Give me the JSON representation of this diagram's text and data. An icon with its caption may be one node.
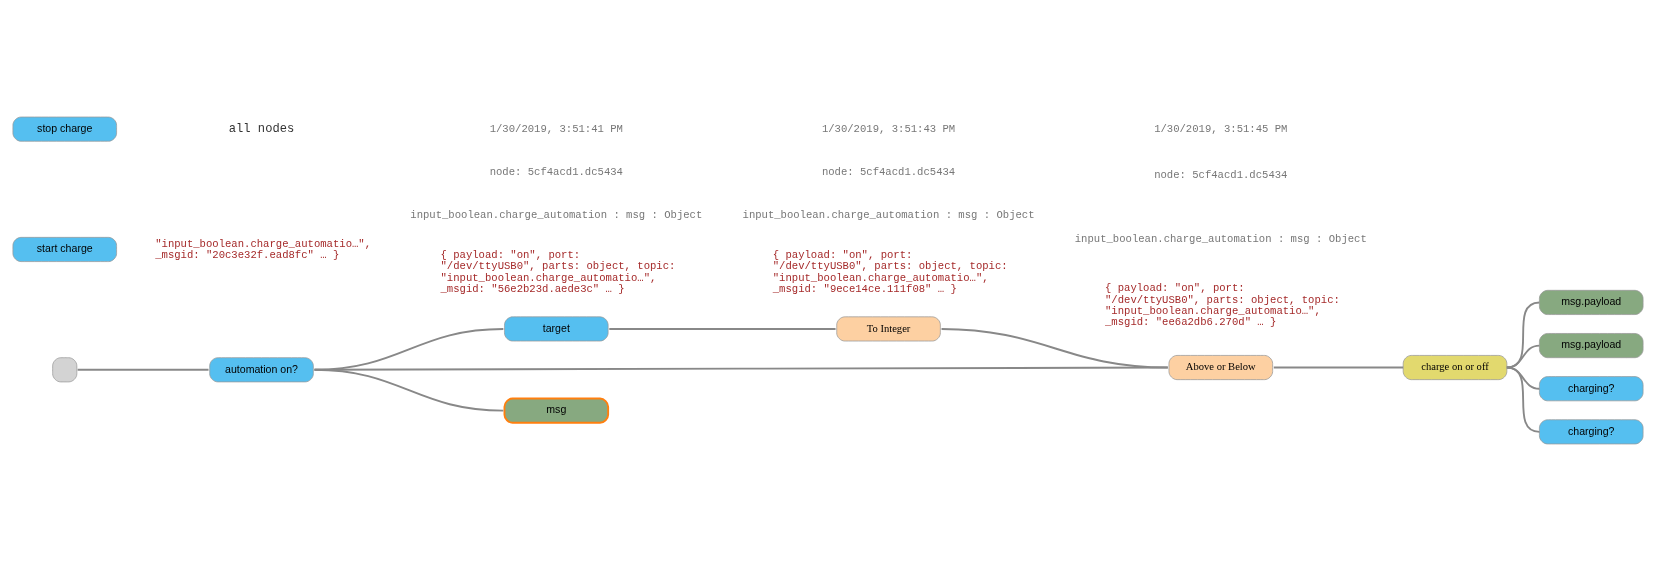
{
  "diagram": {
    "nodes": [
      {
        "text": [],
        "shape": "box"
      },
      {
        "text": [
          "automation on?"
        ]
      },
      {
        "text": [
          "target"
        ]
      },
      {
        "text": [
          "To Integer"
        ]
      },
      {
        "text": [
          "Above or Below"
        ]
      },
      {
        "text": [
          "charge on or off"
        ]
      },
      {
        "text": [
          "msg.payload"
        ]
      },
      {
        "text": [
          "msg.payload"
        ]
      },
      {
        "text": [
          "msg"
        ]
      },
      {
        "text": [
          "charging?"
        ]
      },
      {
        "text": [
          "start charge"
        ]
      },
      {
        "text": [
          "charging?"
        ]
      },
      {
        "text": [
          "stop charge"
        ]
      }
    ],
    "edges": [
      {
        "from": 0,
        "to": 1,
        "arrow": "none"
      },
      {
        "from": 1,
        "to": 2,
        "arrow": "none"
      },
      {
        "from": 1,
        "to": 4,
        "arrow": "none"
      },
      {
        "from": 1,
        "to": 8,
        "arrow": "none"
      },
      {
        "from": 2,
        "to": 3,
        "arrow": "none"
      },
      {
        "from": 3,
        "to": 4,
        "arrow": "none"
      },
      {
        "from": 4,
        "to": 5,
        "arrow": "none"
      },
      {
        "from": 5,
        "to": 6,
        "arrow": "none"
      },
      {
        "from": 5,
        "to": 9,
        "arrow": "none"
      },
      {
        "from": 5,
        "to": 7,
        "arrow": "none"
      },
      {
        "from": 5,
        "to": 11,
        "arrow": "none"
      }
    ],
    "labels": [
      "all nodes",
      "\"input_boolean.charge_automatio…\", _msgid: \"20c3e32f.ead8fc\" … }",
      "1/30/2019, 3:51:41 PM",
      "node: 5cf4acd1.dc5434",
      "input_boolean.charge_automation : msg : Object",
      "{ payload: \"on\", port: \"/dev/ttyUSB0\", parts: object, topic: \"input_boolean.charge_automatio…\", _msgid: \"56e2b23d.aede3c\" … }",
      "1/30/2019, 3:51:43 PM",
      "node: 5cf4acd1.dc5434",
      "input_boolean.charge_automation : msg : Object",
      "{ payload: \"on\", port: \"/dev/ttyUSB0\", parts: object, topic: \"input_boolean.charge_automatio…\", _msgid: \"9ece14ce.111f08\" … }",
      "1/30/2019, 3:51:45 PM",
      "node: 5cf4acd1.dc5434",
      "input_boolean.charge_automation : msg : Object",
      "{ payload: \"on\", port: \"/dev/ttyUSB0\", parts: object, topic: \"input_boolean.charge_automatio…\", _msgid: \"ee6a2db6.270d\" … }"
    ]
  }
}
